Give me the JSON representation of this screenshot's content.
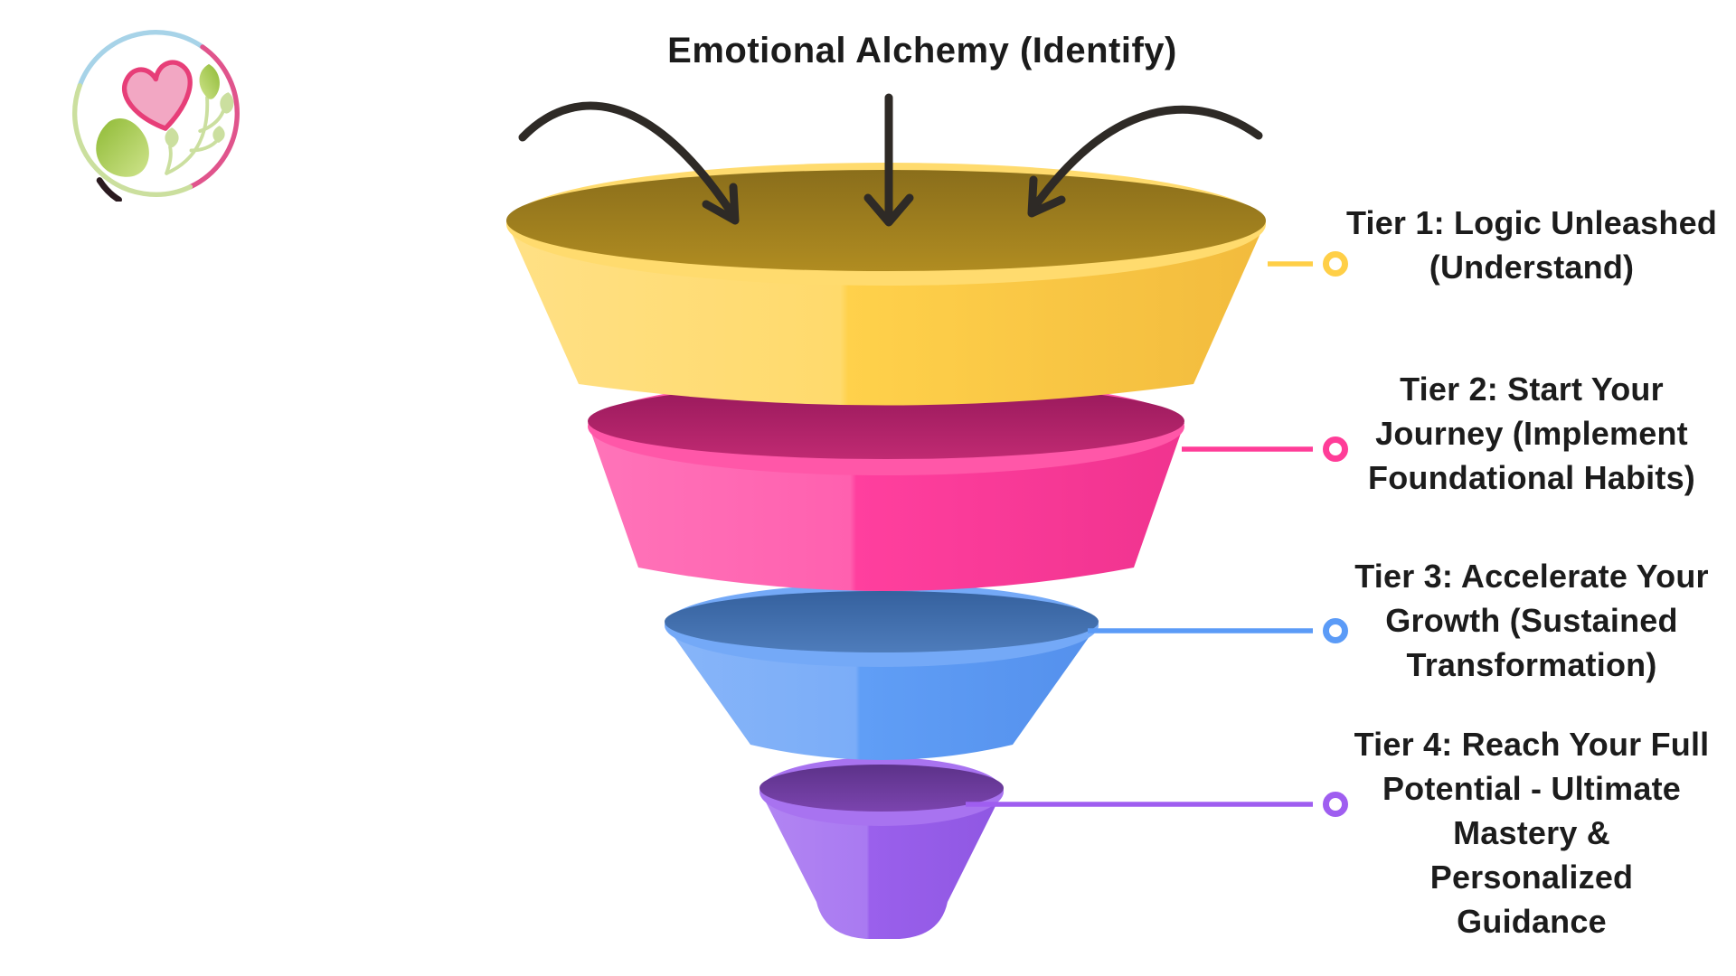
{
  "title": "Emotional Alchemy (Identify)",
  "logo": {
    "description": "heart-and-leaves-wellness-logo",
    "ring_colors": {
      "top": "#A7D3E8",
      "right": "#E0548C",
      "bottom": "#CBDF9E"
    },
    "heart_fill": "#F2A7C3",
    "heart_stroke": "#E73E78",
    "leaf_color": "#9CC43F"
  },
  "funnel": {
    "type": "funnel",
    "stages": 4,
    "arrow_color": "#2E2A26",
    "tiers": [
      {
        "id": 1,
        "label": "Tier 1: Logic Unleashed\n(Understand)",
        "color": "#FFCF47",
        "band_color": "#FFD14B",
        "top_color": "#9C7D1E"
      },
      {
        "id": 2,
        "label": "Tier 2: Start Your\nJourney (Implement\nFoundational Habits)",
        "color": "#FF3D98",
        "band_color": "#FF3F9E",
        "top_color": "#A81E62"
      },
      {
        "id": 3,
        "label": "Tier 3: Accelerate Your\nGrowth (Sustained\nTransformation)",
        "color": "#5B9BF7",
        "band_color": "#609EF6",
        "top_color": "#3E689F"
      },
      {
        "id": 4,
        "label": "Tier 4: Reach Your Full\nPotential - Ultimate\nMastery &\nPersonalized\nGuidance",
        "color": "#9F5EF0",
        "band_color": "#9A60EC",
        "top_color": "#6D3BA2"
      }
    ]
  }
}
